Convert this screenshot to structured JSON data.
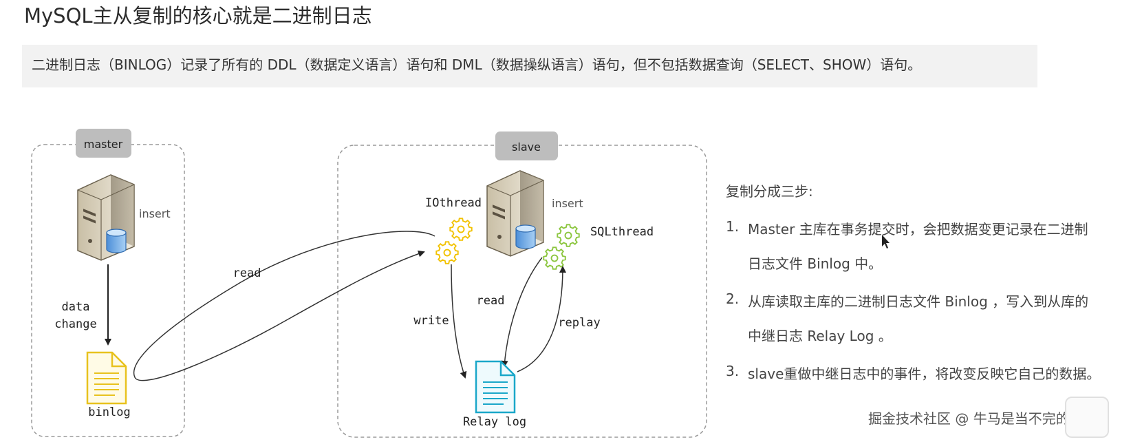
{
  "title": "MySQL主从复制的核心就是二进制日志",
  "note": "二进制日志（BINLOG）记录了所有的 DDL（数据定义语言）语句和 DML（数据操纵语言）语句，但不包括数据查询（SELECT、SHOW）语句。",
  "diagram": {
    "master": {
      "label": "master",
      "server_action": "insert",
      "arrow_label_line1": "data",
      "arrow_label_line2": "change",
      "file_label": "binlog"
    },
    "slave": {
      "label": "slave",
      "server_action": "insert",
      "io_thread": "IOthread",
      "sql_thread": "SQLthread",
      "write_label": "write",
      "read_label": "read",
      "replay_label": "replay",
      "file_label": "Relay log"
    },
    "read_label": "read"
  },
  "steps": {
    "heading": "复制分成三步:",
    "items": [
      {
        "num": "1.",
        "line1": "Master 主库在事务提交时，会把数据变更记录在二进制",
        "line2": "日志文件 Binlog 中。"
      },
      {
        "num": "2.",
        "line1": "从库读取主库的二进制日志文件 Binlog ，写入到从库的",
        "line2": "中继日志 Relay Log 。"
      },
      {
        "num": "3.",
        "line1": "slave重做中继日志中的事件，将改变反映它自己的数据。",
        "line2": ""
      }
    ]
  },
  "watermark": "掘金技术社区 @ 牛马是当不完的",
  "colors": {
    "binlog_file": "#e8c21e",
    "relay_file": "#1aa7c9",
    "io_gear": "#f2c200",
    "sql_gear": "#8cc63f",
    "tag_bg": "#bdbdbd"
  }
}
